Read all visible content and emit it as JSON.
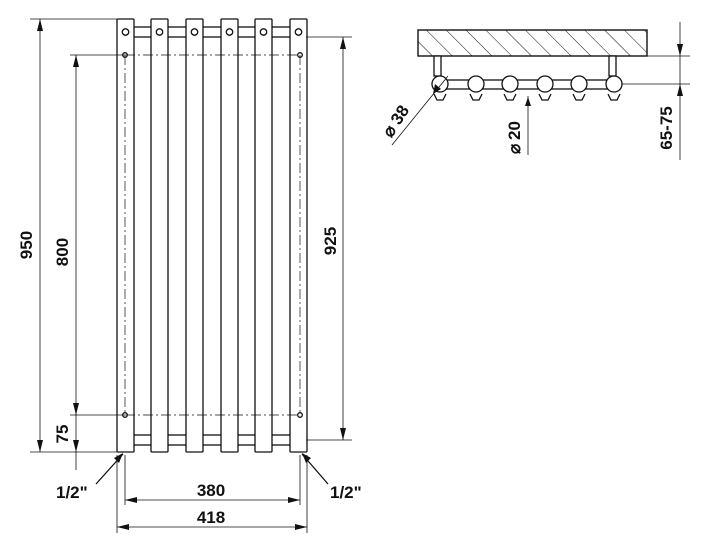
{
  "front_view": {
    "dimensions": {
      "total_height": "950",
      "axis_height": "800",
      "tube_length": "925",
      "bottom_offset": "75",
      "axis_width": "380",
      "total_width": "418"
    },
    "connections": {
      "left": "1/2\"",
      "right": "1/2\""
    },
    "tube_count": 6
  },
  "side_view": {
    "dimensions": {
      "tube_diameter": "38",
      "bracket_diameter": "20",
      "wall_distance": "65-75"
    },
    "diameter_symbol": "⌀"
  },
  "colors": {
    "line": "#111111",
    "background": "#ffffff"
  }
}
